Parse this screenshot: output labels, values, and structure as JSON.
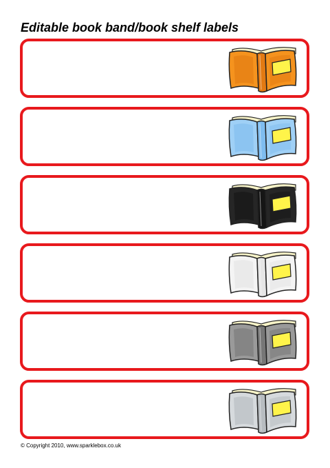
{
  "title": "Editable book band/book shelf labels",
  "labels": [
    {
      "text": "",
      "book_color": "orange",
      "cover": "#f5931e",
      "cover_dark": "#d46a0a",
      "spine": "#e37a12"
    },
    {
      "text": "",
      "book_color": "light-blue",
      "cover": "#9fd0f6",
      "cover_dark": "#6aaee8",
      "spine": "#7fbdf0"
    },
    {
      "text": "",
      "book_color": "black",
      "cover": "#262626",
      "cover_dark": "#0a0a0a",
      "spine": "#151515"
    },
    {
      "text": "",
      "book_color": "white",
      "cover": "#f4f4f4",
      "cover_dark": "#d8d8d8",
      "spine": "#e6e6e6"
    },
    {
      "text": "",
      "book_color": "grey",
      "cover": "#9a9a9a",
      "cover_dark": "#5e5e5e",
      "spine": "#777777"
    },
    {
      "text": "",
      "book_color": "silver",
      "cover": "#d6dadd",
      "cover_dark": "#9ea4a8",
      "spine": "#b8bdc1"
    }
  ],
  "colors": {
    "border": "#e8191d",
    "label_panel": "#fff44a",
    "pages": "#f7f3c8"
  },
  "footer": {
    "copyright": "© Copyright 2010, www.sparklebox.co.uk"
  }
}
